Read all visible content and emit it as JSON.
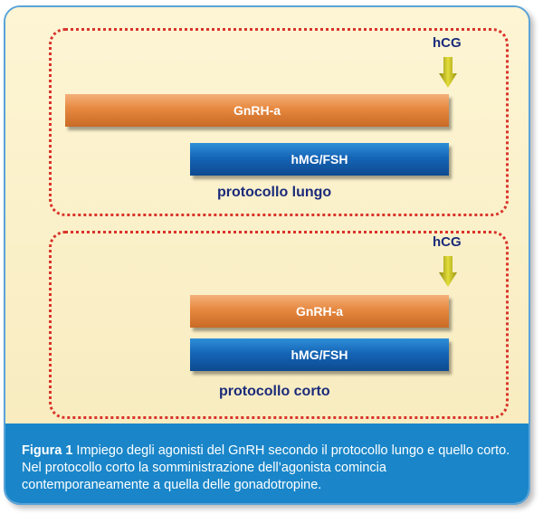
{
  "diagram": {
    "long": {
      "hcg_label": "hCG",
      "agonist_bar_label": "GnRH-a",
      "gonadotropin_bar_label": "hMG/FSH",
      "protocol_label": "protocollo lungo"
    },
    "short": {
      "hcg_label": "hCG",
      "agonist_bar_label": "GnRH-a",
      "gonadotropin_bar_label": "hMG/FSH",
      "protocol_label": "protocollo corto"
    }
  },
  "caption": {
    "lead": "Figura 1",
    "text": " Impiego degli agonisti del GnRH secondo il protocollo lungo e quello corto. Nel protocollo corto la somministrazione dell’agonista comincia contemporaneamente a quella delle gonadotropine."
  },
  "colors": {
    "agonist_bar": "#e6883f",
    "gonadotropin_bar": "#1565b7",
    "dotted_border": "#d9342b",
    "arrow": "#c9c31a",
    "caption_bg": "#1a86c9",
    "label_text": "#1b2b7a"
  },
  "icons": {
    "hcg_marker": "down-arrow-icon"
  }
}
